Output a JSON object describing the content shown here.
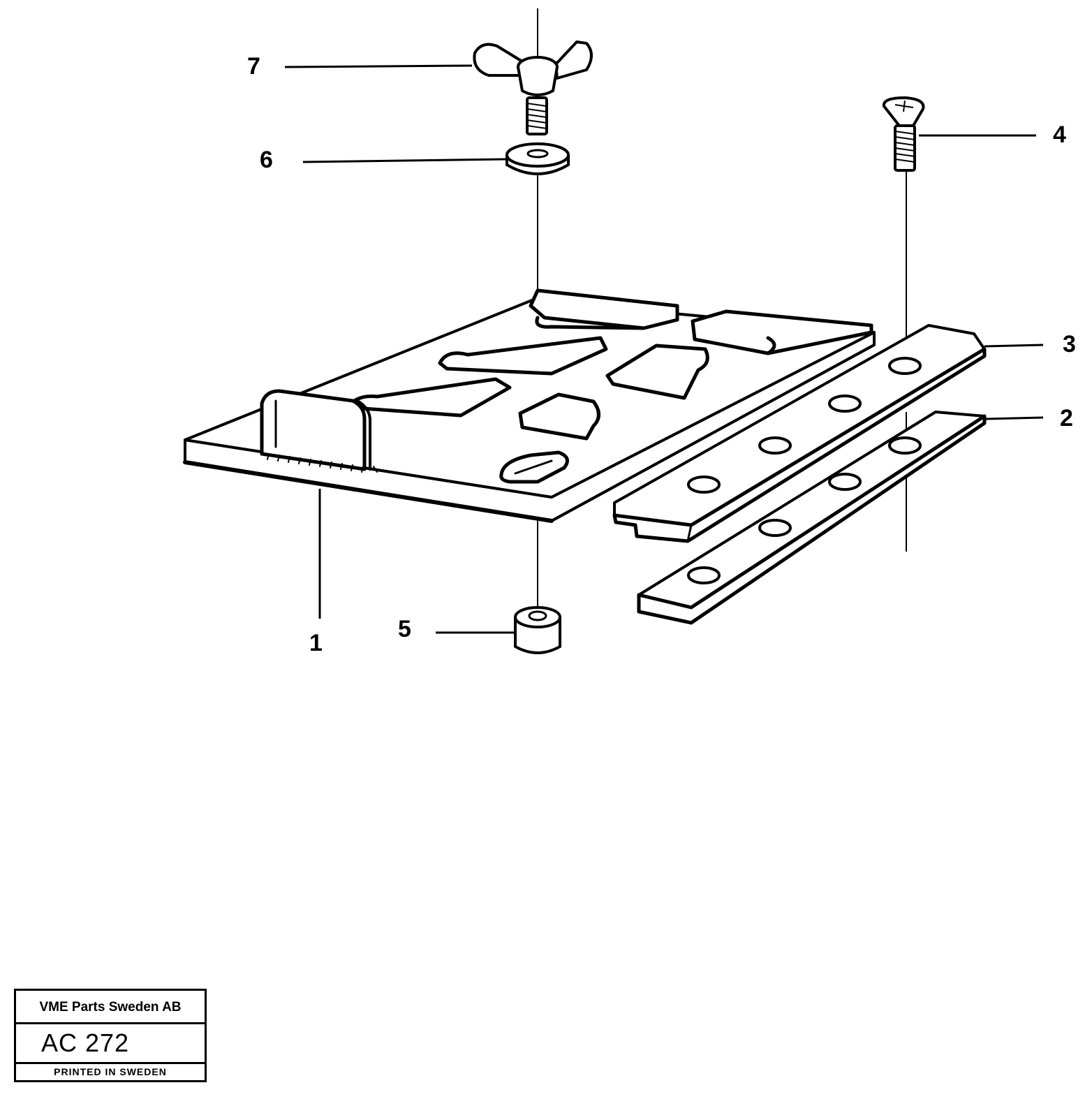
{
  "callouts": [
    "1",
    "2",
    "3",
    "4",
    "5",
    "6",
    "7"
  ],
  "title_block": {
    "company": "VME Parts Sweden AB",
    "code": "AC 272",
    "printed": "PRINTED IN SWEDEN"
  }
}
